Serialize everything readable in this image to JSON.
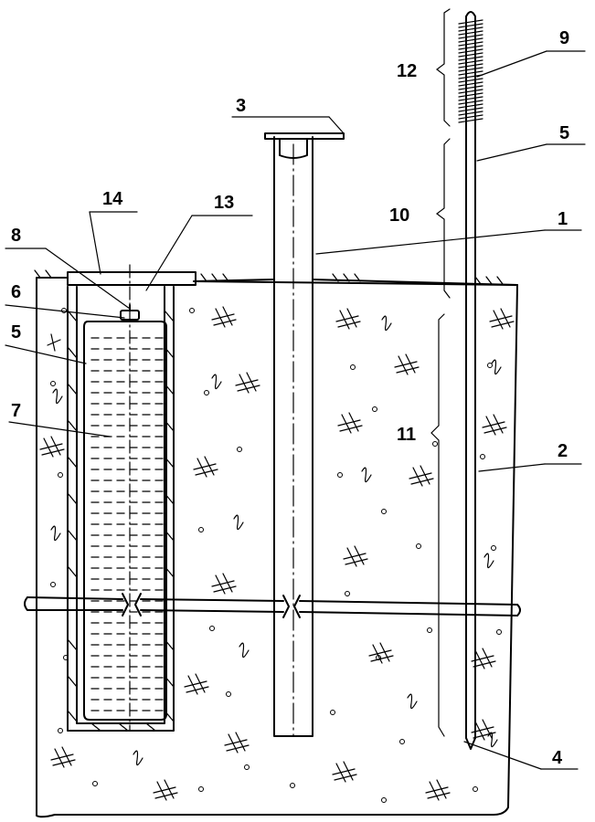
{
  "callouts": {
    "c1": "1",
    "c2": "2",
    "c3": "3",
    "c4": "4",
    "c5_right": "5",
    "c5_left": "5",
    "c6": "6",
    "c7": "7",
    "c8": "8",
    "c9": "9",
    "c10": "10",
    "c11": "11",
    "c12": "12",
    "c13": "13",
    "c14": "14"
  }
}
